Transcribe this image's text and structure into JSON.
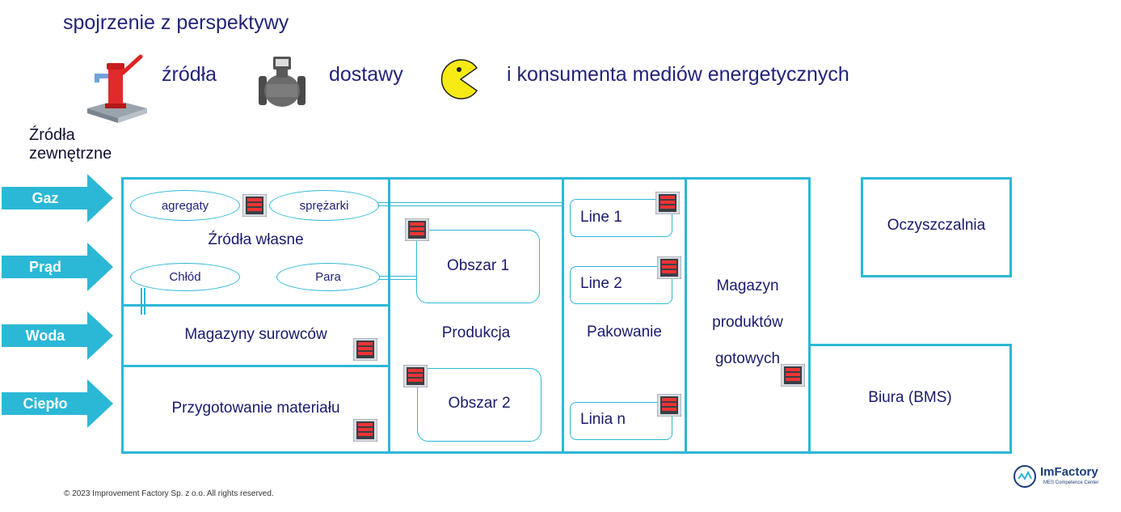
{
  "title": "spojrzenie z perspektywy",
  "header": {
    "source_label": "źródła",
    "delivery_label": "dostawy",
    "consumer_label": "i konsumenta mediów energetycznych"
  },
  "external_sources": {
    "title_line1": "Źródła",
    "title_line2": "zewnętrzne",
    "arrows": [
      "Gaz",
      "Prąd",
      "Woda",
      "Ciepło"
    ]
  },
  "own_sources": {
    "title": "Źródła własne",
    "items": [
      "agregaty",
      "sprężarki",
      "Chłód",
      "Para"
    ]
  },
  "areas": {
    "raw_storage": "Magazyny surowców",
    "material_prep": "Przygotowanie materiału",
    "production": "Produkcja",
    "area1": "Obszar 1",
    "area2": "Obszar 2",
    "packing": "Pakowanie",
    "line1": "Line 1",
    "line2": "Line 2",
    "line_n": "Linia n",
    "fg_line1": "Magazyn",
    "fg_line2": "produktów",
    "fg_line3": "gotowych",
    "wastewater": "Oczyszczalnia",
    "offices": "Biura (BMS)"
  },
  "footer": {
    "copyright": "© 2023 Improvement Factory Sp. z o.o. All rights reserved.",
    "logo_name": "ImFactory",
    "logo_sub": "MES Competence Center"
  },
  "colors": {
    "accent": "#2bb8d6",
    "text": "#1a1a6e",
    "arrow": "#2bb8d6"
  }
}
